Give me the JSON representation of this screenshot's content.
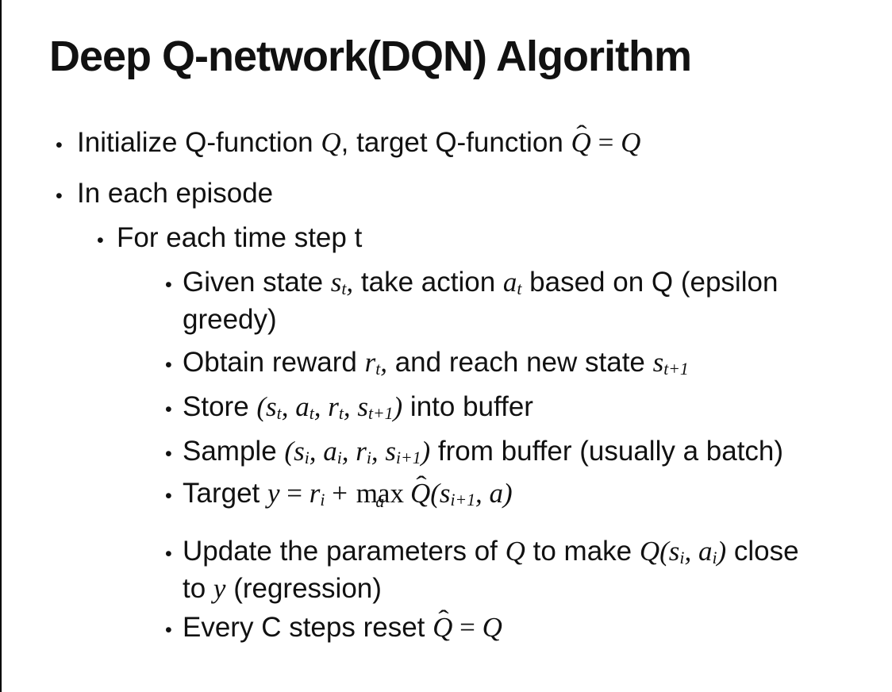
{
  "slide": {
    "title": "Deep Q-network(DQN) Algorithm",
    "bullet_glyph": "•",
    "colors": {
      "text": "#111111",
      "background": "#ffffff",
      "edge_line": "#000000"
    },
    "bullets": [
      {
        "level": 1,
        "cont": false,
        "segments": [
          {
            "t": "txt",
            "v": "Initialize Q-function "
          },
          {
            "t": "m",
            "v": "Q"
          },
          {
            "t": "txt",
            "v": ", target Q-function "
          },
          {
            "t": "mhat",
            "v": "Q",
            "hat": "ˆ"
          },
          {
            "t": "op",
            "v": " = "
          },
          {
            "t": "m",
            "v": "Q"
          }
        ]
      },
      {
        "level": 1,
        "cont": false,
        "segments": [
          {
            "t": "txt",
            "v": "In each episode"
          }
        ]
      },
      {
        "level": 2,
        "cont": false,
        "segments": [
          {
            "t": "txt",
            "v": "For each time step t"
          }
        ]
      },
      {
        "level": 3,
        "cont": false,
        "segments": [
          {
            "t": "txt",
            "v": "Given state "
          },
          {
            "t": "msub",
            "v": "s",
            "sub": "t"
          },
          {
            "t": "m",
            "v": ","
          },
          {
            "t": "txt",
            "v": " take action "
          },
          {
            "t": "msub",
            "v": "a",
            "sub": "t"
          },
          {
            "t": "txt",
            "v": " based on Q (epsilon"
          }
        ]
      },
      {
        "level": 3,
        "cont": true,
        "segments": [
          {
            "t": "txt",
            "v": "greedy)"
          }
        ]
      },
      {
        "level": 3,
        "cont": false,
        "segments": [
          {
            "t": "txt",
            "v": "Obtain reward "
          },
          {
            "t": "msub",
            "v": "r",
            "sub": "t"
          },
          {
            "t": "m",
            "v": ","
          },
          {
            "t": "txt",
            "v": " and reach new state "
          },
          {
            "t": "msub",
            "v": "s",
            "sub": "t+1"
          }
        ]
      },
      {
        "level": 3,
        "cont": false,
        "segments": [
          {
            "t": "txt",
            "v": "Store "
          },
          {
            "t": "m",
            "v": "("
          },
          {
            "t": "msub",
            "v": "s",
            "sub": "t"
          },
          {
            "t": "m",
            "v": ", "
          },
          {
            "t": "msub",
            "v": "a",
            "sub": "t"
          },
          {
            "t": "m",
            "v": ", "
          },
          {
            "t": "msub",
            "v": "r",
            "sub": "t"
          },
          {
            "t": "m",
            "v": ", "
          },
          {
            "t": "msub",
            "v": "s",
            "sub": "t+1"
          },
          {
            "t": "m",
            "v": ")"
          },
          {
            "t": "txt",
            "v": " into buffer"
          }
        ]
      },
      {
        "level": 3,
        "cont": false,
        "segments": [
          {
            "t": "txt",
            "v": "Sample "
          },
          {
            "t": "m",
            "v": "("
          },
          {
            "t": "msub",
            "v": "s",
            "sub": "i"
          },
          {
            "t": "m",
            "v": ", "
          },
          {
            "t": "msub",
            "v": "a",
            "sub": "i"
          },
          {
            "t": "m",
            "v": ", "
          },
          {
            "t": "msub",
            "v": "r",
            "sub": "i"
          },
          {
            "t": "m",
            "v": ", "
          },
          {
            "t": "msub",
            "v": "s",
            "sub": "i+1"
          },
          {
            "t": "m",
            "v": ")"
          },
          {
            "t": "txt",
            "v": " from buffer (usually a batch)"
          }
        ]
      },
      {
        "level": 3,
        "cont": false,
        "segments": [
          {
            "t": "txt",
            "v": "Target "
          },
          {
            "t": "m",
            "v": "y"
          },
          {
            "t": "op",
            "v": " = "
          },
          {
            "t": "msub",
            "v": "r",
            "sub": "i"
          },
          {
            "t": "op",
            "v": " + "
          },
          {
            "t": "munder",
            "v": "max",
            "under": "a"
          },
          {
            "t": "mhat",
            "v": "Q",
            "hat": "ˆ"
          },
          {
            "t": "m",
            "v": "("
          },
          {
            "t": "msub",
            "v": "s",
            "sub": "i+1"
          },
          {
            "t": "m",
            "v": ", "
          },
          {
            "t": "m",
            "v": "a"
          },
          {
            "t": "m",
            "v": ")"
          }
        ]
      },
      {
        "level": 3,
        "cont": false,
        "segments": [
          {
            "t": "txt",
            "v": "Update the parameters of "
          },
          {
            "t": "m",
            "v": "Q"
          },
          {
            "t": "txt",
            "v": " to make "
          },
          {
            "t": "m",
            "v": "Q"
          },
          {
            "t": "m",
            "v": "("
          },
          {
            "t": "msub",
            "v": "s",
            "sub": "i"
          },
          {
            "t": "m",
            "v": ", "
          },
          {
            "t": "msub",
            "v": "a",
            "sub": "i"
          },
          {
            "t": "m",
            "v": ")"
          },
          {
            "t": "txt",
            "v": " close"
          }
        ]
      },
      {
        "level": 3,
        "cont": true,
        "segments": [
          {
            "t": "txt",
            "v": "to "
          },
          {
            "t": "m",
            "v": "y"
          },
          {
            "t": "txt",
            "v": " (regression)"
          }
        ]
      },
      {
        "level": 3,
        "cont": false,
        "segments": [
          {
            "t": "txt",
            "v": "Every C steps reset "
          },
          {
            "t": "mhat",
            "v": "Q",
            "hat": "ˆ"
          },
          {
            "t": "op",
            "v": " = "
          },
          {
            "t": "m",
            "v": "Q"
          }
        ]
      }
    ]
  }
}
